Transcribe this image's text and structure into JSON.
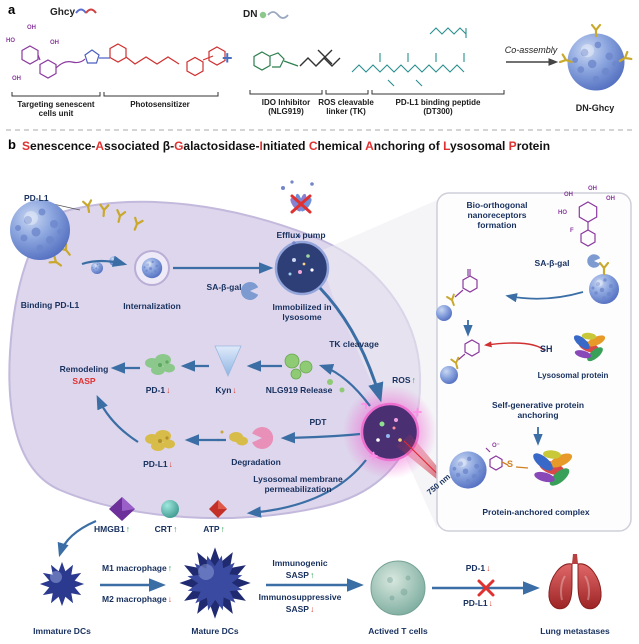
{
  "colors": {
    "accent_red": "#e03131",
    "arrow_blue": "#3a6ea5",
    "increase_green": "#1f9d4d",
    "decrease_red": "#d8392b",
    "label_navy": "#17305e",
    "membrane_lavender": "#ddd6ec",
    "nanoparticle_blue": "#5f7bc8",
    "receptor_yellow": "#c9a82c"
  },
  "icons": {
    "up": "↑",
    "down": "↓",
    "cross": "✕"
  },
  "panel_a": {
    "label": "a",
    "ghcy": "Ghcy",
    "dn": "DN",
    "plus": "+",
    "co_assembly": "Co-assembly",
    "product": "DN-Ghcy",
    "targeting_unit": "Targeting senescent cells unit",
    "photosensitizer": "Photosensitizer",
    "ido": "IDO Inhibitor (NLG919)",
    "linker": "ROS cleavable linker (TK)",
    "peptide": "PD-L1 binding peptide (DT300)",
    "glycan_atoms": [
      "HO",
      "OH",
      "OH",
      "OH"
    ]
  },
  "panel_b": {
    "label": "b",
    "title_segments": [
      {
        "text": "S",
        "highlight": true
      },
      {
        "text": "enescence-",
        "highlight": false
      },
      {
        "text": "A",
        "highlight": true
      },
      {
        "text": "ssociated β-",
        "highlight": false
      },
      {
        "text": "G",
        "highlight": true
      },
      {
        "text": "alactosidase-",
        "highlight": false
      },
      {
        "text": "I",
        "highlight": true
      },
      {
        "text": "nitiated ",
        "highlight": false
      },
      {
        "text": "C",
        "highlight": true
      },
      {
        "text": "hemical ",
        "highlight": false
      },
      {
        "text": "A",
        "highlight": true
      },
      {
        "text": "nchoring of ",
        "highlight": false
      },
      {
        "text": "L",
        "highlight": true
      },
      {
        "text": "ysosomal ",
        "highlight": false
      },
      {
        "text": "P",
        "highlight": true
      },
      {
        "text": "rotein",
        "highlight": false
      }
    ],
    "labels": {
      "pdl1_top": "PD-L1",
      "binding": "Binding PD-L1",
      "internalization": "Internalization",
      "sa_b_gal": "SA-β-gal",
      "immobilized": "Immobilized in lysosome",
      "efflux": "Efflux pump",
      "tk_cleavage": "TK cleavage",
      "nlg_release": "NLG919 Release",
      "kyn": "Kyn",
      "pd1": "PD-1",
      "remodeling": "Remodeling",
      "sasp": "SASP",
      "pdt": "PDT",
      "degradation": "Degradation",
      "pdl1_mid": "PD-L1",
      "ros": "ROS",
      "lmp": "Lysosomal membrane permeabilization",
      "laser": "750 nm",
      "hmgb1": "HMGB1",
      "crt": "CRT",
      "atp": "ATP"
    },
    "inset": {
      "bio_orthogonal": "Bio-orthogonal nanoreceptors formation",
      "sa_b_gal": "SA-β-gal",
      "sh": "SH",
      "lysosomal_protein": "Lysosomal protein",
      "self_generative": "Self-generative protein anchoring",
      "anchored_complex": "Protein-anchored complex",
      "sugar_atoms": [
        "OH",
        "OH",
        "OH",
        "HO",
        "F"
      ],
      "o_minus": "O⁻",
      "s_atom": "S"
    },
    "bottom": {
      "immature_dcs": "Immature DCs",
      "m1": "M1 macrophage",
      "m2": "M2 macrophage",
      "mature_dcs": "Mature DCs",
      "immunogenic": "Immunogenic",
      "immunosuppressive": "Immunosuppressive",
      "sasp": "SASP",
      "t_cells": "Actived T cells",
      "pd1": "PD-1",
      "pdl1": "PD-L1",
      "lung": "Lung metastases"
    }
  }
}
